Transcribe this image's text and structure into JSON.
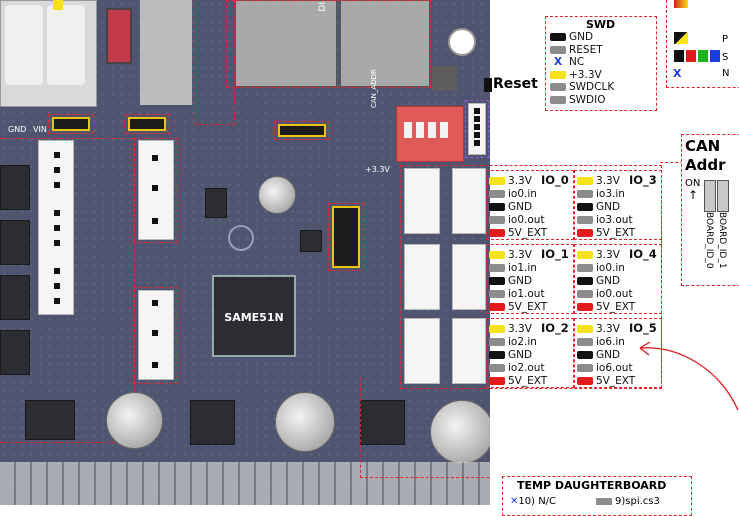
{
  "chip_label": "SAME51N",
  "reset_label": "Reset",
  "board_texts": {
    "gnd": "GND",
    "vin": "VIN",
    "v33": "+3.3V",
    "can_addr": "CAN_ADDR",
    "di": "DI"
  },
  "swd": {
    "title": "SWD",
    "rows": [
      {
        "label": "GND",
        "color": "black"
      },
      {
        "label": "RESET",
        "color": "gray"
      },
      {
        "label": "NC",
        "color": "x"
      },
      {
        "label": "+3.3V",
        "color": "yellow"
      },
      {
        "label": "SWDCLK",
        "color": "gray"
      },
      {
        "label": "SWDIO",
        "color": "gray"
      }
    ]
  },
  "io_boxes": [
    {
      "title": "IO_0",
      "rows": [
        "3.3V",
        "io0.in",
        "GND",
        "io0.out",
        "5V_EXT"
      ]
    },
    {
      "title": "IO_3",
      "rows": [
        "3.3V",
        "io3.in",
        "GND",
        "io3.out",
        "5V_EXT"
      ]
    },
    {
      "title": "IO_1",
      "rows": [
        "3.3V",
        "io1.in",
        "GND",
        "io1.out",
        "5V_EXT"
      ]
    },
    {
      "title": "IO_4",
      "rows": [
        "3.3V",
        "io0.in",
        "GND",
        "io0.out",
        "5V_EXT"
      ]
    },
    {
      "title": "IO_2",
      "rows": [
        "3.3V",
        "io2.in",
        "GND",
        "io2.out",
        "5V_EXT"
      ]
    },
    {
      "title": "IO_5",
      "rows": [
        "3.3V",
        "io6.in",
        "GND",
        "io6.out",
        "5V_EXT"
      ]
    }
  ],
  "io_row_colors": [
    "yellow",
    "gray",
    "black",
    "gray",
    "red"
  ],
  "can_addr": {
    "title_line1": "CAN",
    "title_line2": "Addr",
    "on": "ON",
    "board_id_0": "BOARD_ID_0",
    "board_id_1": "BOARD_ID_1"
  },
  "temp": {
    "title": "TEMP  DAUGHTERBOARD",
    "left": "10) N/C",
    "right": "9)spi.cs3"
  },
  "top_right_partial": {
    "p": "P",
    "s": "S",
    "n": "N",
    "x": "X"
  },
  "colors": {
    "dash": "#e3262b",
    "board": "#4f5570",
    "header_yellow": "#f1c40f"
  }
}
